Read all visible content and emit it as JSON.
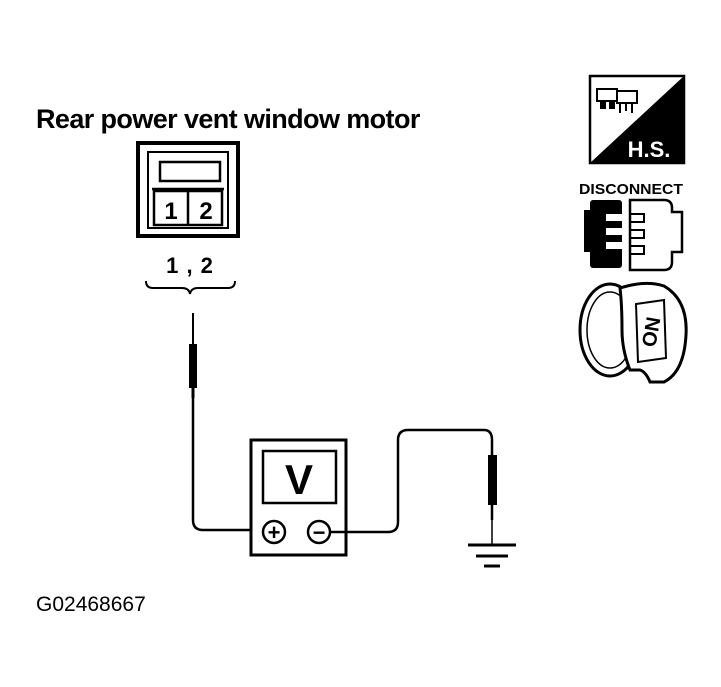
{
  "title": "Rear power vent window motor",
  "connector": {
    "pins": [
      "1",
      "2"
    ],
    "terminal_label": "1 , 2"
  },
  "meter": {
    "mode_label": "V",
    "positive_symbol": "+",
    "negative_symbol": "−"
  },
  "icons": {
    "harness_side": "H.S.",
    "disconnect": "DISCONNECT",
    "ignition": "ON"
  },
  "figure_id": "G02468667"
}
